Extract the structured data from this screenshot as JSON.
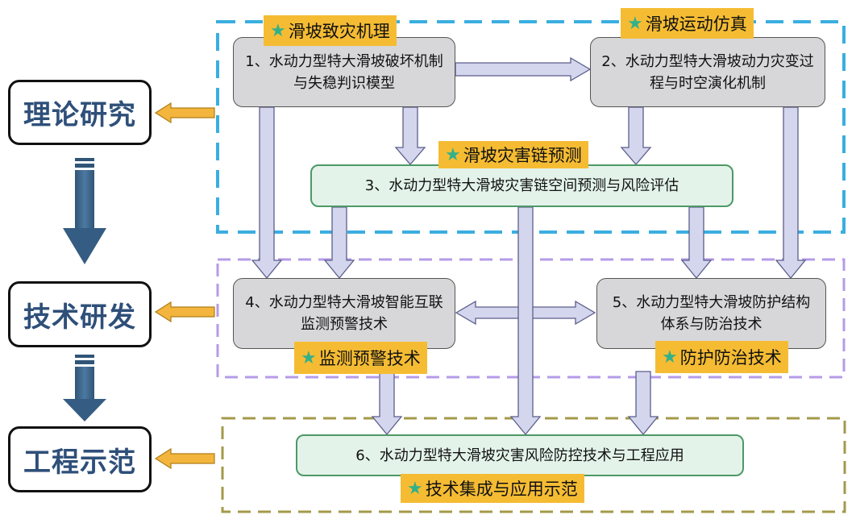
{
  "stages": {
    "theory": "理论研究",
    "tech": "技术研发",
    "engineering": "工程示范"
  },
  "boxes": {
    "b1": "1、水动力型特大滑坡破坏机制与失稳判识模型",
    "b2": "2、水动力型特大滑坡动力灾变过程与时空演化机制",
    "b3": "3、水动力型特大滑坡灾害链空间预测与风险评估",
    "b4": "4、水动力型特大滑坡智能互联监测预警技术",
    "b5": "5、水动力型特大滑坡防护结构体系与防治技术",
    "b6": "6、水动力型特大滑坡灾害风险防控技术与工程应用"
  },
  "tags": {
    "t1": "滑坡致灾机理",
    "t2": "滑坡运动仿真",
    "t3": "滑坡灾害链预测",
    "t4": "监测预警技术",
    "t5": "防护防治技术",
    "t6": "技术集成与应用示范"
  },
  "star_glyph": "★",
  "colors": {
    "theory_frame": "#3aaee0",
    "tech_frame": "#b59be8",
    "eng_frame": "#a39a4a",
    "tag_bg": "#f5bc33",
    "stage_text": "#2e4f79",
    "flow_arrow": "#d4d6ee",
    "flow_arrow_stroke": "#5c5e8a",
    "stage_arrow": "#3d6489",
    "pointer_arrow": "#f3b53d"
  }
}
